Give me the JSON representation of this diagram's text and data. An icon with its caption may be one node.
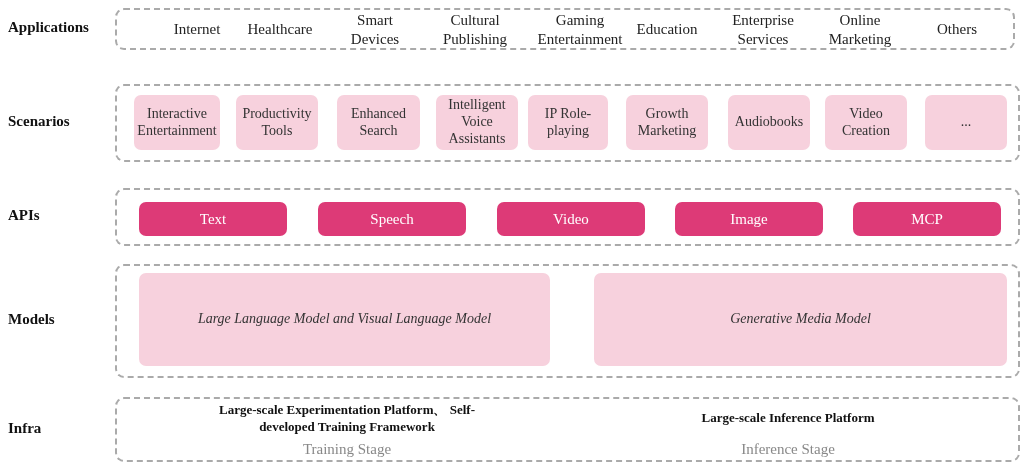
{
  "diagram": {
    "nodes": [
      {
        "text": [
          "Applications",
          "Internet",
          "Healthcare",
          "Smart Devices",
          "Cultural Publishing",
          "Gaming Entertainment",
          "Education",
          "Enterprise Services",
          "Online Marketing",
          "Others"
        ]
      },
      {
        "text": [
          "Scenarios"
        ]
      },
      {
        "text": [
          "Interactive Entertainment"
        ],
        "in": 1
      },
      {
        "text": [
          "Productivity Tools"
        ],
        "in": 1
      },
      {
        "text": [
          "Enhanced Search"
        ],
        "in": 1
      },
      {
        "text": [
          "Intelligent Voice Assistants"
        ],
        "in": 1
      },
      {
        "text": [
          "IP Role-playing"
        ],
        "in": 1
      },
      {
        "text": [
          "Growth Marketing"
        ],
        "in": 1
      },
      {
        "text": [
          "Audiobooks"
        ],
        "in": 1
      },
      {
        "text": [
          "Video Creation"
        ],
        "in": 1
      },
      {
        "text": [
          "..."
        ],
        "in": 1
      },
      {
        "text": [
          "APIs"
        ]
      },
      {
        "text": [
          "Text"
        ],
        "in": 11
      },
      {
        "text": [
          "Speech"
        ],
        "in": 11
      },
      {
        "text": [
          "Video"
        ],
        "in": 11
      },
      {
        "text": [
          "Image"
        ],
        "in": 11
      },
      {
        "text": [
          "MCP"
        ],
        "in": 11
      },
      {
        "text": [
          "Models"
        ]
      },
      {
        "text": [
          "Large Language Model and Visual Language Model"
        ],
        "in": 17
      },
      {
        "text": [
          "Generative Media Model"
        ],
        "in": 17
      },
      {
        "text": [
          "Infra",
          "Large-scale Experimentation Platform、 Self-developed Training Framework",
          "Training Stage",
          "Large-scale Inference Platform",
          "Inference Stage"
        ]
      }
    ],
    "edges": []
  }
}
